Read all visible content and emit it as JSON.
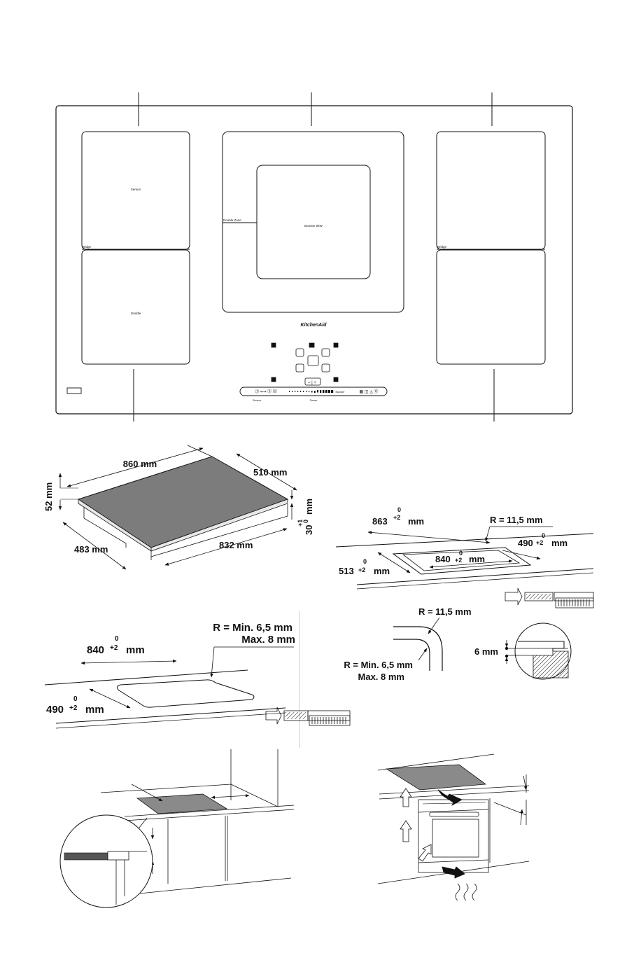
{
  "cooktop": {
    "zone_labels": {
      "sensor": "Sensor",
      "griddle": "Griddle",
      "bridge_left": "Bridge",
      "bridge_right": "Bridge",
      "double_zone": "Double Zone",
      "booster": "Booster 5kW"
    },
    "brand": "KitchenAid",
    "control_labels": {
      "sensor": "Sensor",
      "power": "Power",
      "booster": "Booster"
    }
  },
  "dimensions": {
    "width_860": "860 mm",
    "depth_510": "510 mm",
    "height_52": "52 mm",
    "depth_483": "483 mm",
    "width_832": "832 mm",
    "clearance_30": "30",
    "clearance_30_sup": "0",
    "clearance_30_tol": "+1",
    "clearance_30_unit": "mm",
    "cut_863": "863",
    "cut_840": "840",
    "cut_513": "513",
    "cut_490": "490",
    "tol_zero": "0",
    "tol_plus2": "+2",
    "unit_mm": "mm",
    "radius_11_5": "R = 11,5 mm",
    "radius_min_max_line1": "R = Min. 6,5 mm",
    "radius_min_max_line2": "Max. 8 mm",
    "step_6": "6 mm"
  }
}
